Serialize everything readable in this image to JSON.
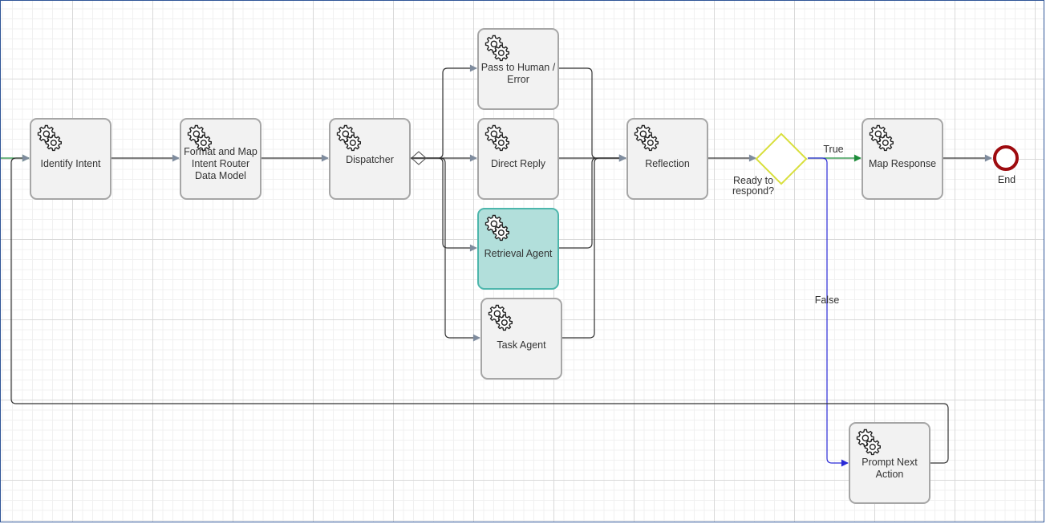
{
  "diagram": {
    "tasks": {
      "identify_intent": "Identify Intent",
      "format_map": "Format and Map\nIntent Router\nData Model",
      "dispatcher": "Dispatcher",
      "pass_to_human": "Pass to Human /\nError",
      "direct_reply": "Direct Reply",
      "retrieval_agent": "Retrieval Agent",
      "task_agent": "Task Agent",
      "reflection": "Reflection",
      "map_response": "Map Response",
      "prompt_next_action": "Prompt Next\nAction"
    },
    "gateway": {
      "label": "Ready to\nrespond?"
    },
    "end_event": {
      "label": "End"
    },
    "edge_labels": {
      "true": "True",
      "false": "False"
    },
    "icons": {
      "task_icon": "gears-icon"
    },
    "colors": {
      "task_fill": "#f2f2f2",
      "task_border": "#a6a6a6",
      "highlight_fill": "#b2dfdb",
      "highlight_border": "#4db6ac",
      "gateway_border": "#d8df3c",
      "end_border": "#9e0b0f",
      "true_flow": "#1e8c3a",
      "false_flow": "#2a2ad6",
      "start_flow": "#1e8c3a",
      "flow": "#333333",
      "arrowhead": "#7f8c9e"
    }
  }
}
